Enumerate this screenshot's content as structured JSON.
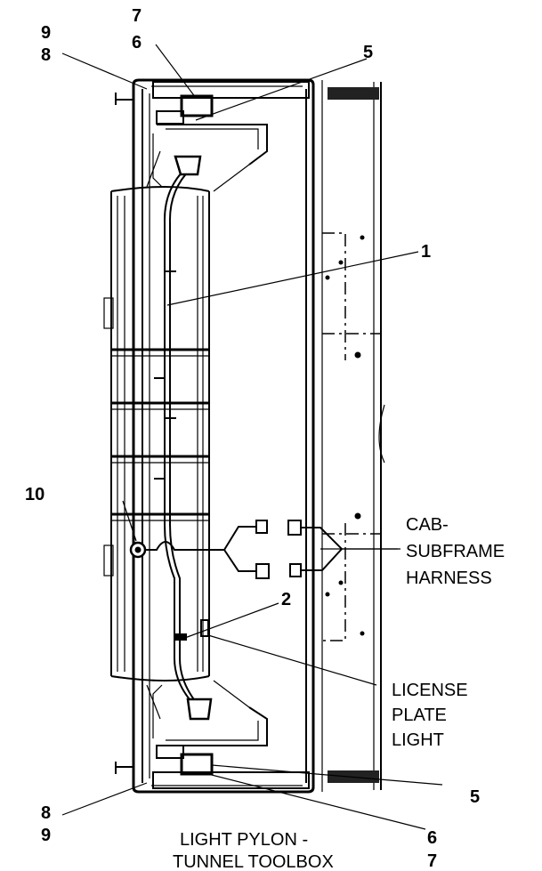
{
  "callouts": {
    "c1": "1",
    "c2": "2",
    "c5_top": "5",
    "c5_bottom": "5",
    "c6_top": "6",
    "c6_bottom": "6",
    "c7_top": "7",
    "c7_bottom": "7",
    "c8_top": "8",
    "c8_bottom": "8",
    "c9_top": "9",
    "c9_bottom": "9",
    "c10": "10"
  },
  "labels": {
    "cab_harness": [
      "CAB-",
      "SUBFRAME",
      "HARNESS"
    ],
    "license_light": [
      "LICENSE",
      "PLATE",
      "LIGHT"
    ],
    "title": [
      "LIGHT PYLON -",
      "TUNNEL TOOLBOX"
    ]
  }
}
